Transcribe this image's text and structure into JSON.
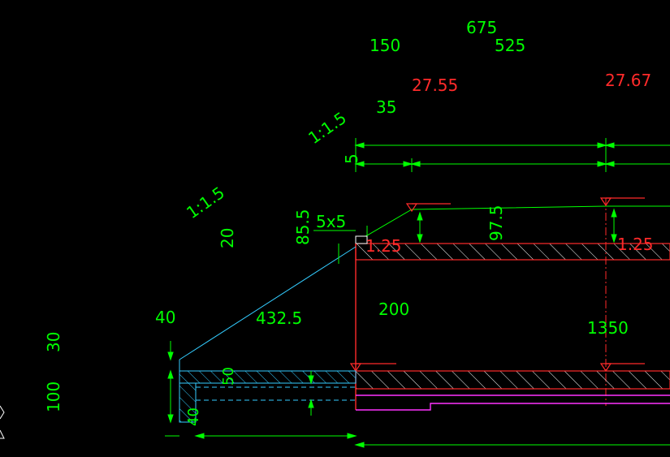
{
  "colors": {
    "background": "#000000",
    "dimension": "#00ff00",
    "elevation": "#ff2a2a",
    "slope_line": "#33ccff",
    "structure_red": "#ff2a2a",
    "hatch": "#ffffff",
    "inner_hatch": "#33ccff",
    "pipe": "#ff33ff"
  },
  "labels": {
    "top_total": "675",
    "top_left_seg": "150",
    "top_right_seg": "525",
    "elev_left": "27.55",
    "elev_right": "27.67",
    "dim_35": "35",
    "slope_upper": "1:1.5",
    "slope_lower": "1:1.5",
    "dim_5": "5",
    "chamfer": "5x5",
    "height_855": "85.5",
    "height_975": "97.5",
    "elev_125_left": "1.25",
    "elev_125_right": "1.25",
    "dim_20": "20",
    "dim_40_top": "40",
    "slope_len": "432.5",
    "dim_200": "200",
    "dim_1350": "1350",
    "dim_30": "30",
    "dim_100": "100",
    "dim_50": "50",
    "dim_40_bottom": "40"
  }
}
